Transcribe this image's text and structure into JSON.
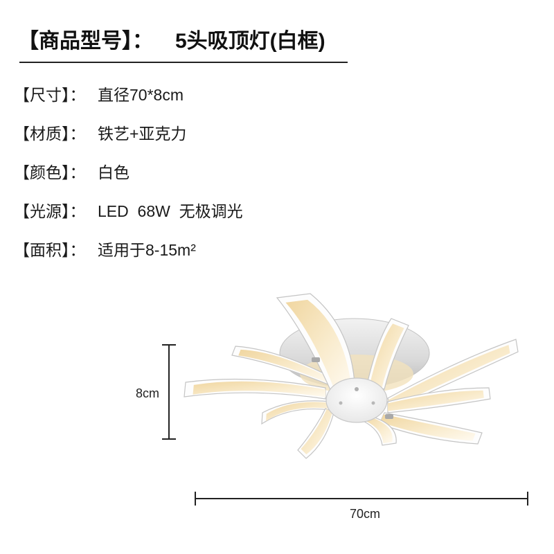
{
  "title": {
    "label": "【商品型号】：",
    "value": "5头吸顶灯(白框)"
  },
  "specs": [
    {
      "label": "【尺寸】：",
      "value": "直径70*8cm"
    },
    {
      "label": "【材质】：",
      "value": "铁艺+亚克力"
    },
    {
      "label": "【颜色】：",
      "value": "白色"
    },
    {
      "label": "【光源】：",
      "value": "LED  68W  无极调光"
    },
    {
      "label": "【面积】：",
      "value": "适用于8-15m²"
    }
  ],
  "dimensions": {
    "height": "8cm",
    "width": "70cm"
  },
  "colors": {
    "text": "#1a1a1a",
    "lamp_frame": "#fdfdfd",
    "lamp_glow": "#f1d9a6"
  }
}
